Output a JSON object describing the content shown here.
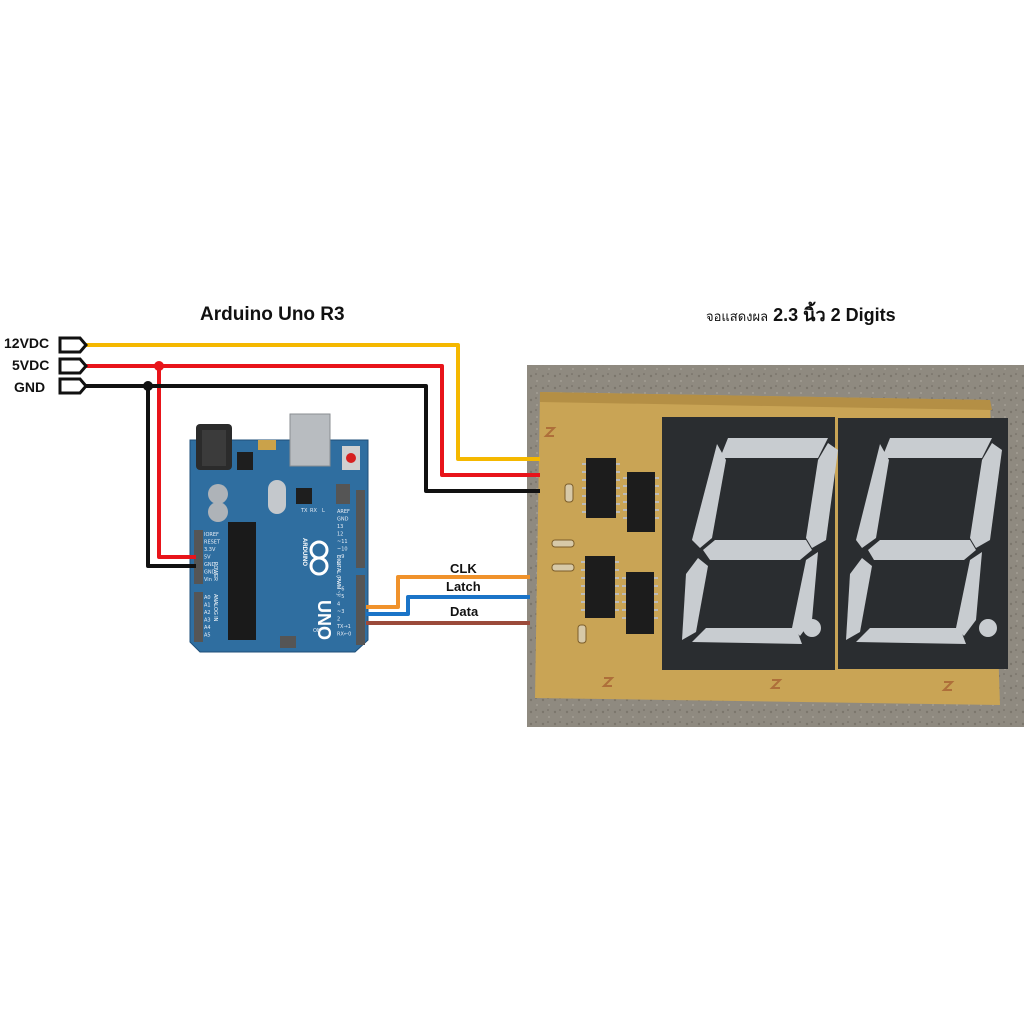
{
  "titles": {
    "arduino": "Arduino Uno R3",
    "display_thai": "จอแสดงผล",
    "display_rest": "2.3 นิ้ว 2 Digits"
  },
  "power": {
    "v12": "12VDC",
    "v5": "5VDC",
    "gnd": "GND"
  },
  "signals": {
    "clk": "CLK",
    "latch": "Latch",
    "data": "Data"
  },
  "board_text": {
    "uno": "UNO",
    "arduino": "ARDUINO",
    "digital": "DIGITAL (PWM ~)",
    "power": "POWER",
    "analog": "ANALOG IN",
    "power_pins": [
      "IOREF",
      "RESET",
      "3.3V",
      "5V",
      "GND",
      "GND",
      "Vin"
    ],
    "analog_pins": [
      "A0",
      "A1",
      "A2",
      "A3",
      "A4",
      "A5"
    ],
    "top_pins": [
      "AREF",
      "GND",
      "13",
      "12",
      "~11",
      "~10",
      "~9",
      "8"
    ],
    "bottom_pins": [
      "7",
      "~6",
      "~5",
      "4",
      "~3",
      "2",
      "TX→1",
      "RX←0"
    ],
    "led_labels": [
      "L",
      "TX",
      "RX",
      "ON"
    ]
  },
  "colors": {
    "wire_12v": "#f5b800",
    "wire_5v": "#e8141a",
    "wire_gnd": "#111111",
    "wire_clk": "#f0922b",
    "wire_latch": "#1a74c8",
    "wire_data": "#9b4a3a",
    "board_blue": "#2f6ea0",
    "pcb": "#c9a455",
    "seg_body": "#2a2d30",
    "seg_segment": "#c8ccd0"
  }
}
